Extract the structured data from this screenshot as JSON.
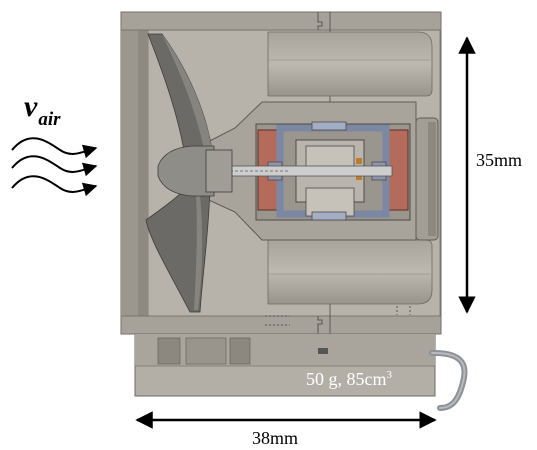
{
  "labels": {
    "air_velocity_symbol": "v",
    "air_velocity_subscript": "air",
    "height_dimension": "35mm",
    "width_dimension": "38mm",
    "spec_text": "50 g, 85cm",
    "spec_superscript": "3"
  },
  "colors": {
    "housing": "#aaa69c",
    "housing_dark": "#8f8b82",
    "blade": "#6b6a66",
    "coil": "#b46a5a",
    "stator": "#8c95ad",
    "shaft": "#c9c9c9",
    "cable": "#8e9296",
    "arrow": "#000000"
  }
}
